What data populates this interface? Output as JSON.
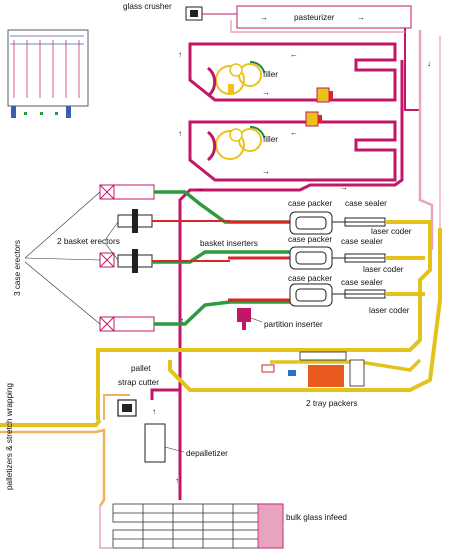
{
  "labels": {
    "glass_crusher": "glass crusher",
    "pasteurizer": "pasteurizer",
    "filler_top": "filler",
    "filler_bottom": "filler",
    "case_packer_1": "case packer",
    "case_packer_2": "case packer",
    "case_packer_3": "case packer",
    "case_sealer_1": "case sealer",
    "case_sealer_2": "case sealer",
    "case_sealer_3": "case sealer",
    "laser_coder_1": "laser coder",
    "laser_coder_2": "laser coder",
    "laser_coder_3": "laser coder",
    "basket_erectors": "2 basket erectors",
    "basket_inserters": "basket inserters",
    "case_erectors": "3 case erectors",
    "partition_inserter": "partition inserter",
    "pallet_strap_cutter_1": "pallet",
    "pallet_strap_cutter_2": "strap cutter",
    "tray_packers": "2 tray packers",
    "depalletizer": "depalletizer",
    "bulk_glass_infeed": "bulk glass infeed",
    "palletizers": "palletizers & stretch wrapping"
  },
  "colors": {
    "conveyor_pink": "#c2166a",
    "conveyor_light_pink": "#e8a3bf",
    "conveyor_yellow": "#e2c21b",
    "conveyor_orange": "#f2b35a",
    "conveyor_green": "#2c9a3e",
    "conveyor_red": "#d8262a",
    "tray_packer_orange": "#e85a1e",
    "filler_yellow": "#e9c21a",
    "filler_green": "#1e8a3a",
    "blue_accent": "#2a6fc9"
  }
}
